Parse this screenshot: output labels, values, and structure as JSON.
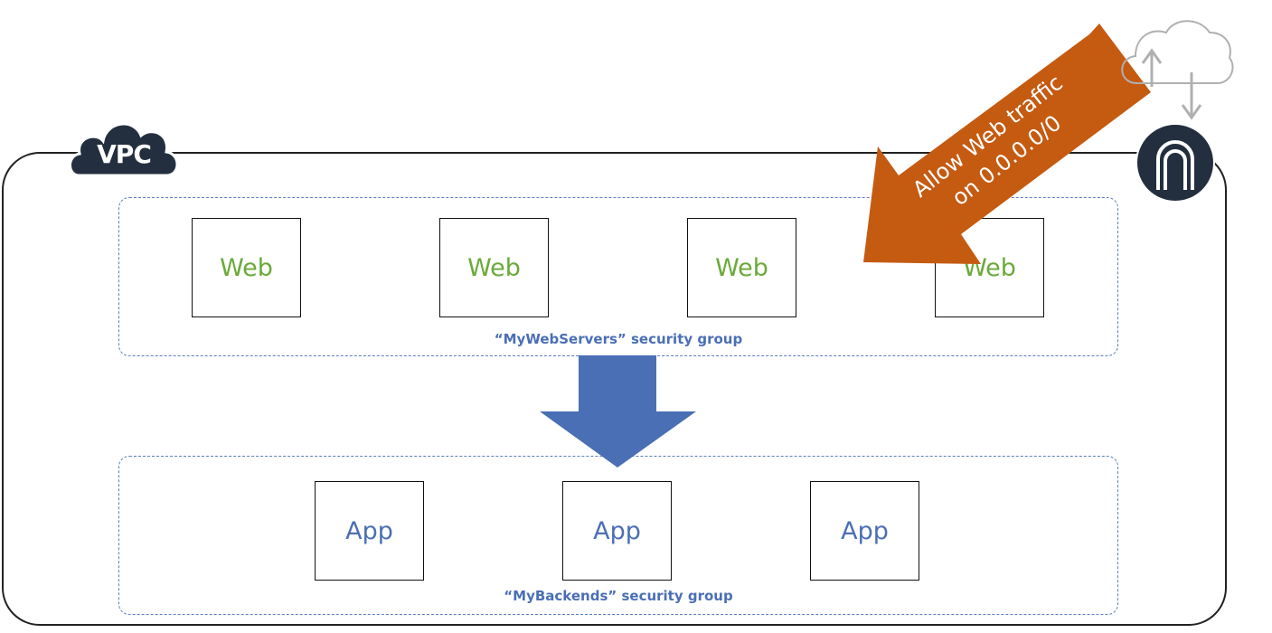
{
  "vpc": {
    "label": "VPC"
  },
  "security_groups": [
    {
      "caption": "“MyWebServers” security group",
      "nodes": [
        "Web",
        "Web",
        "Web",
        "Web"
      ]
    },
    {
      "caption": "“MyBackends” security group",
      "nodes": [
        "App",
        "App",
        "App"
      ]
    }
  ],
  "ingress": {
    "label_line1": "Allow Web traffic",
    "label_line2": "on  0.0.0.0/0"
  },
  "colors": {
    "web_text": "#6aaa3a",
    "app_text": "#4a6fb5",
    "dashed_border": "#5b7fc0",
    "flow_arrow": "#4a6fb5",
    "ingress_arrow": "#c55a11",
    "badge_fill": "#232f3e"
  },
  "icons": [
    "cloud-upload-download-icon",
    "internet-gateway-icon",
    "vpc-cloud-icon"
  ]
}
